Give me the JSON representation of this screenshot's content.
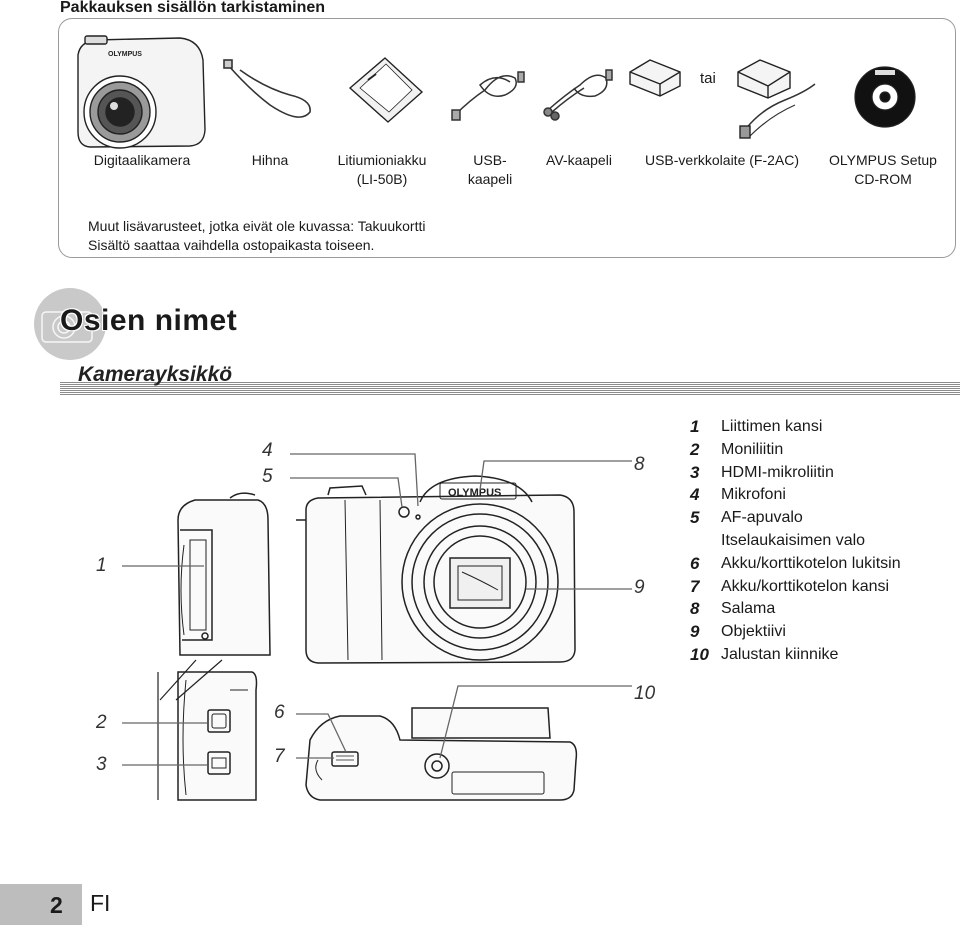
{
  "header": {
    "title": "Pakkauksen sisällön tarkistaminen"
  },
  "package": {
    "or_label": "tai",
    "items": [
      {
        "label": "Digitaalikamera"
      },
      {
        "label": "Hihna"
      },
      {
        "label": "Litiumioniakku\n(LI-50B)"
      },
      {
        "label": "USB-\nkaapeli"
      },
      {
        "label": "AV-kaapeli"
      },
      {
        "label": "USB-verkkolaite (F-2AC)"
      },
      {
        "label": "OLYMPUS Setup\nCD-ROM"
      }
    ],
    "notes": [
      "Muut lisävarusteet, jotka eivät ole kuvassa: Takuukortti",
      "Sisältö saattaa vaihdella ostopaikasta toiseen."
    ],
    "brand": "OLYMPUS"
  },
  "section": {
    "title": "Osien nimet",
    "subtitle": "Kamerayksikkö"
  },
  "callouts": [
    "1",
    "2",
    "3",
    "4",
    "5",
    "6",
    "7",
    "8",
    "9",
    "10"
  ],
  "parts": [
    {
      "num": "1",
      "name": "Liittimen kansi"
    },
    {
      "num": "2",
      "name": "Moniliitin"
    },
    {
      "num": "3",
      "name": "HDMI-mikroliitin"
    },
    {
      "num": "4",
      "name": "Mikrofoni"
    },
    {
      "num": "5",
      "name": "AF-apuvalo"
    },
    {
      "num": "",
      "name": "Itselaukaisimen valo"
    },
    {
      "num": "6",
      "name": "Akku/korttikotelon lukitsin"
    },
    {
      "num": "7",
      "name": "Akku/korttikotelon kansi"
    },
    {
      "num": "8",
      "name": "Salama"
    },
    {
      "num": "9",
      "name": "Objektiivi"
    },
    {
      "num": "10",
      "name": "Jalustan kiinnike"
    }
  ],
  "footer": {
    "page_number": "2",
    "language": "FI"
  }
}
